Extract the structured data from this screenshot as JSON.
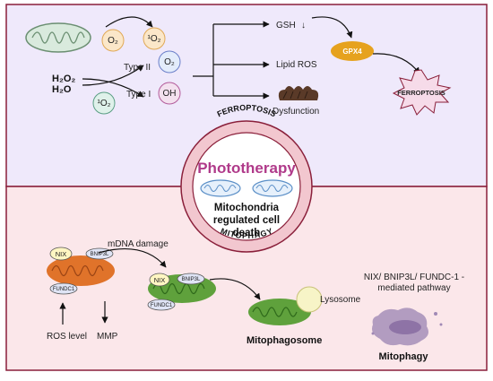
{
  "top": {
    "o2_a": "O₂",
    "singlet_o2_a": "¹O₂",
    "h2o2": "H₂O₂",
    "h2o": "H₂O",
    "type_ii": "Type II",
    "type_i": "Type I",
    "o2_b": "O₂",
    "singlet_o2_b": "¹O₂",
    "oh": "OH",
    "gsh": "GSH",
    "gsh_arrow": "↓",
    "lipid_ros": "Lipid ROS",
    "dysfunction": "Dysfunction",
    "gpx4": "GPX4",
    "ferroptosis": "FERROPTOSIS"
  },
  "center": {
    "ring_top": "FERROPTOSIS",
    "ring_bottom": "MITOPHAGY",
    "title": "Phototherapy",
    "line1": "Mitochondria",
    "line2": "regulated cell",
    "line3": "death"
  },
  "bottom": {
    "mdna_damage": "mDNA damage",
    "nix_a": "NIX",
    "bnip3l_a": "BNIP3L",
    "fundc1_a": "FUNDC1",
    "nix_b": "NIX",
    "bnip3l_b": "BNIP3L",
    "fundc1_b": "FUNDC1",
    "ros_level": "ROS level",
    "mmp": "MMP",
    "lysosome": "Lysosome",
    "mitophagosome": "Mitophagosome",
    "pathway_line1": "NIX/ BNIP3L/ FUNDC-1 -",
    "pathway_line2": "mediated pathway",
    "mitophagy": "Mitophagy"
  },
  "colors": {
    "top_bg": "#efe9fb",
    "bottom_bg": "#fbe7ea",
    "border": "#8a1f3a",
    "accent": "#b03a8a",
    "ring": "#f2c7cf",
    "gpx4": "#e6a21e",
    "mito_green": "#5fa13c",
    "mito_orange": "#e0732a"
  }
}
